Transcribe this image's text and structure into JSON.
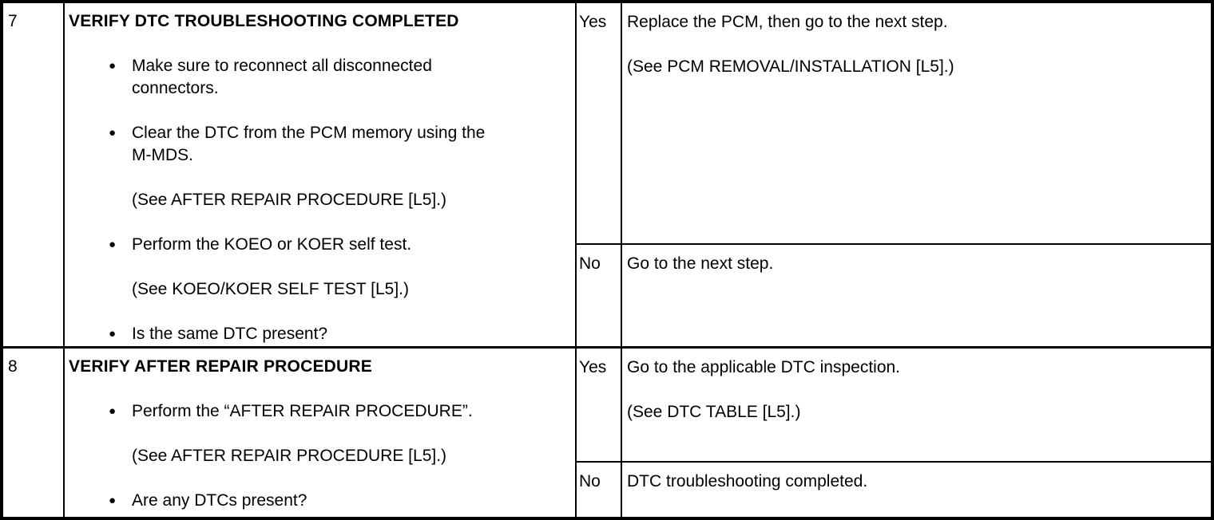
{
  "icons": {
    "bullet": "●"
  },
  "table": {
    "rows": [
      {
        "step": "7",
        "title": "VERIFY DTC TROUBLESHOOTING COMPLETED",
        "items": [
          {
            "marker": true,
            "text": "Make sure to reconnect all disconnected\nconnectors."
          },
          {
            "marker": true,
            "text": "Clear the DTC from the PCM memory using the\nM-MDS."
          },
          {
            "marker": false,
            "text": "(See AFTER REPAIR PROCEDURE [L5].)"
          },
          {
            "marker": true,
            "text": "Perform the KOEO or KOER self test."
          },
          {
            "marker": false,
            "text": "(See KOEO/KOER SELF TEST [L5].)"
          },
          {
            "marker": true,
            "text": "Is the same DTC present?"
          }
        ],
        "outcomes": [
          {
            "answer": "Yes",
            "result": "Replace the PCM, then go to the next step.\n\n(See PCM REMOVAL/INSTALLATION [L5].)"
          },
          {
            "answer": "No",
            "result": "Go to the next step."
          }
        ]
      },
      {
        "step": "8",
        "title": "VERIFY AFTER REPAIR PROCEDURE",
        "items": [
          {
            "marker": true,
            "text": "Perform the “AFTER REPAIR PROCEDURE”."
          },
          {
            "marker": false,
            "text": "(See AFTER REPAIR PROCEDURE [L5].)"
          },
          {
            "marker": true,
            "text": "Are any DTCs present?"
          }
        ],
        "outcomes": [
          {
            "answer": "Yes",
            "result": "Go to the applicable DTC inspection.\n\n(See DTC TABLE [L5].)"
          },
          {
            "answer": "No",
            "result": "DTC troubleshooting completed."
          }
        ]
      }
    ]
  }
}
